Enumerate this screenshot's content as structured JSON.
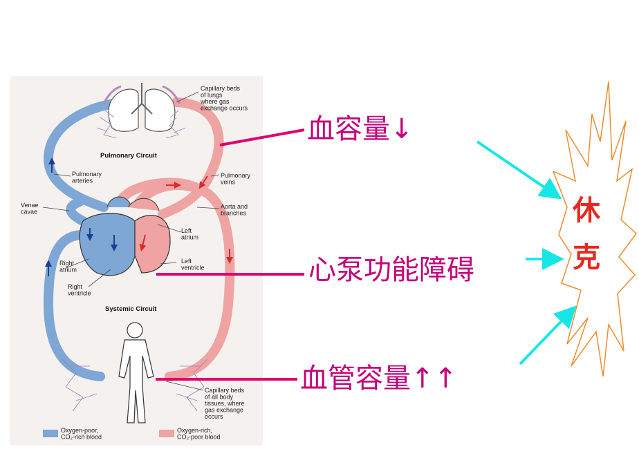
{
  "circulation_diagram": {
    "pulmonary_circuit_title": "Pulmonary Circuit",
    "systemic_circuit_title": "Systemic Circuit",
    "labels": {
      "capillary_lungs": [
        "Capillary beds",
        "of lungs",
        "where gas",
        "exchange occurs"
      ],
      "pulmonary_arteries": [
        "Pulmonary",
        "arteries"
      ],
      "pulmonary_veins": [
        "Pulmonary",
        "veins"
      ],
      "venae_cavae": [
        "Venae",
        "cavae"
      ],
      "aorta_branches": [
        "Aorta and",
        "branches"
      ],
      "left_atrium": [
        "Left",
        "atrium"
      ],
      "left_ventricle": [
        "Left",
        "ventricle"
      ],
      "right_atrium": [
        "Right",
        "atrium"
      ],
      "right_ventricle": [
        "Right",
        "ventricle"
      ],
      "capillary_body": [
        "Capillary beds",
        "of all body",
        "tissues, where",
        "gas exchange",
        "occurs"
      ]
    },
    "legend": {
      "oxygen_poor": [
        "Oxygen-poor,",
        "CO₂-rich blood"
      ],
      "oxygen_rich": [
        "Oxygen-rich,",
        "CO₂-poor blood"
      ]
    },
    "colors": {
      "oxygen_poor": "#7ea7d6",
      "oxygen_rich": "#efa3a3",
      "arrow_poor": "#1d3f8c",
      "arrow_rich": "#d92b2b"
    }
  },
  "causes": {
    "blood_volume": "血容量↓",
    "pump_dysfunction": "心泵功能障碍",
    "vascular_capacity": "血管容量↑↑"
  },
  "result": {
    "line1": "休",
    "line2": "克"
  },
  "colors": {
    "cause_text": "#c4007a",
    "pointer_line": "#e0006e",
    "arrow": "#18e6e6",
    "burst_outline": "#f08a2c",
    "shock_text": "#e8281e"
  }
}
